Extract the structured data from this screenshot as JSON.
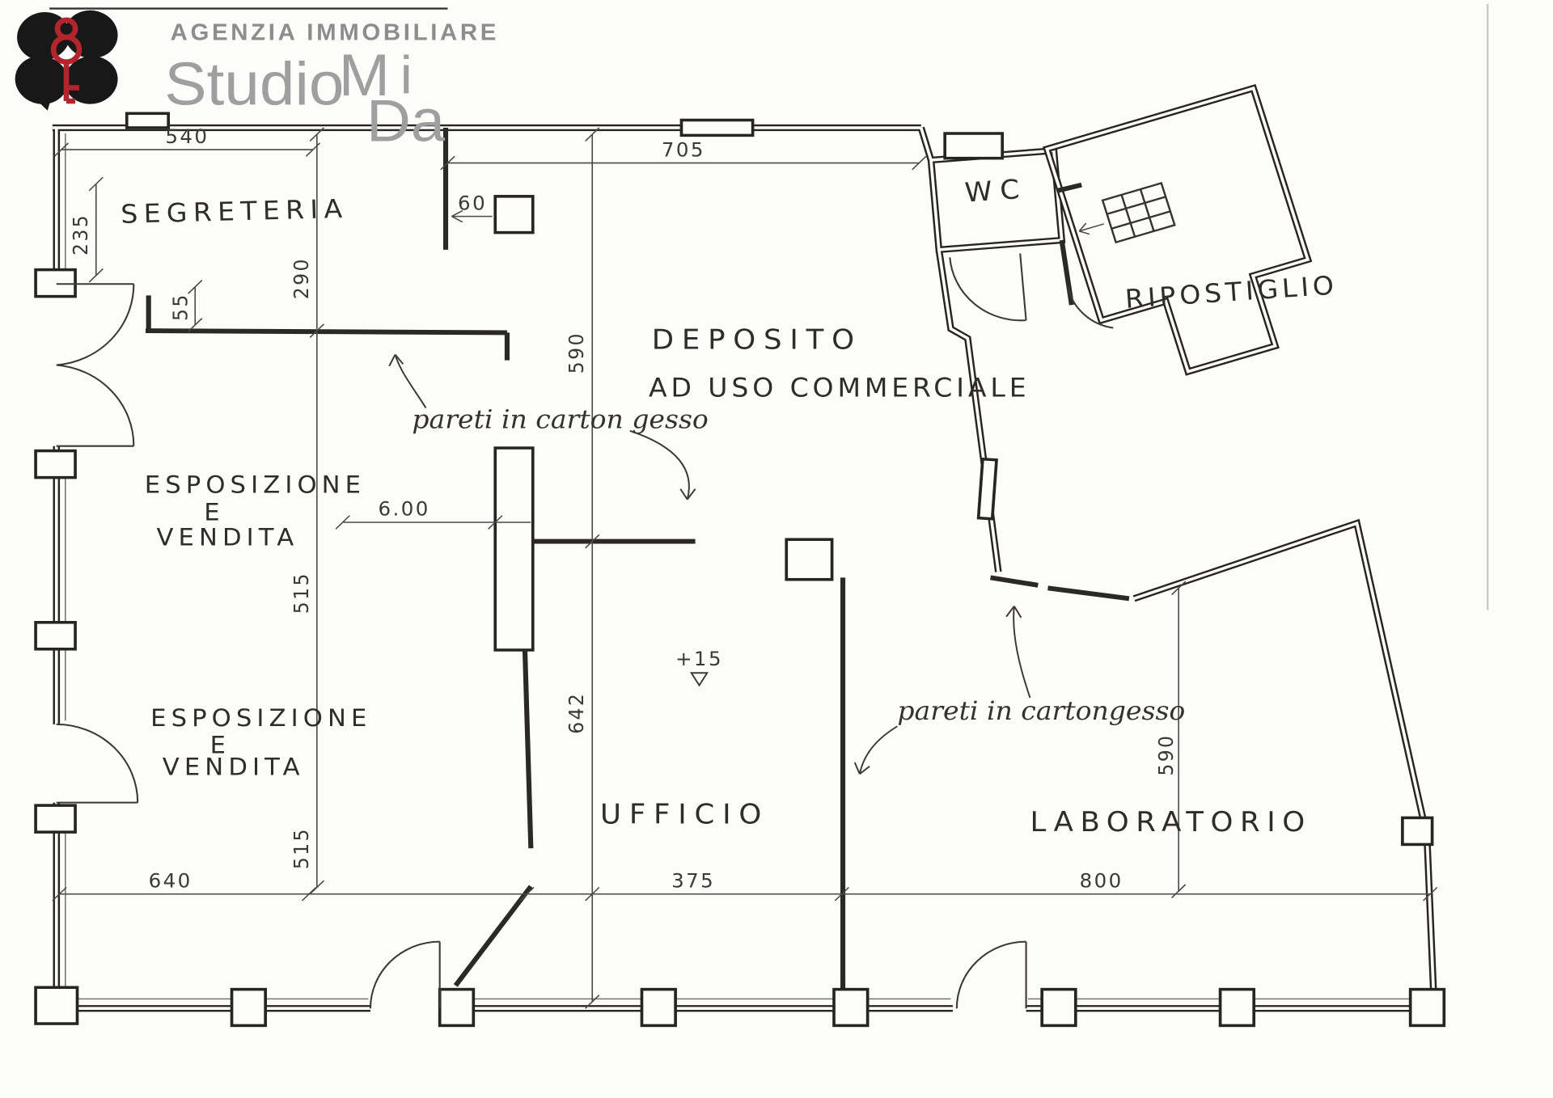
{
  "logo": {
    "agency_line": "AGENZIA IMMOBILIARE",
    "studio": "Studio",
    "brand_m": "M",
    "brand_i": "i",
    "brand_da": "Da"
  },
  "rooms": {
    "segreteria": "SEGRETERIA",
    "deposito_line1": "DEPOSITO",
    "deposito_line2": "AD USO COMMERCIALE",
    "wc": "WC",
    "ripostiglio": "RIPOSTIGLIO",
    "esposizione_top_line1": "ESPOSIZIONE",
    "esposizione_top_line2": "E",
    "esposizione_top_line3": "VENDITA",
    "esposizione_bottom_line1": "ESPOSIZIONE",
    "esposizione_bottom_line2": "E",
    "esposizione_bottom_line3": "VENDITA",
    "ufficio": "UFFICIO",
    "laboratorio": "LABORATORIO"
  },
  "annotations": {
    "cartongesso_deposito": "pareti in carton gesso",
    "cartongesso_laboratorio": "pareti in cartongesso",
    "level_mark": "+15"
  },
  "dimensions": {
    "top_left_width": "540",
    "top_center_width": "705",
    "segreteria_height": "235",
    "wall_offset": "55",
    "segreteria_width": "290",
    "pillar_gap": "60",
    "deposito_height": "590",
    "partition_length": "6.00",
    "esposizione_height_upper": "515",
    "ufficio_height": "642",
    "esposizione_height_lower": "515",
    "bottom_left_width": "640",
    "bottom_center_width": "375",
    "bottom_right_width": "800",
    "laboratorio_height": "590"
  }
}
